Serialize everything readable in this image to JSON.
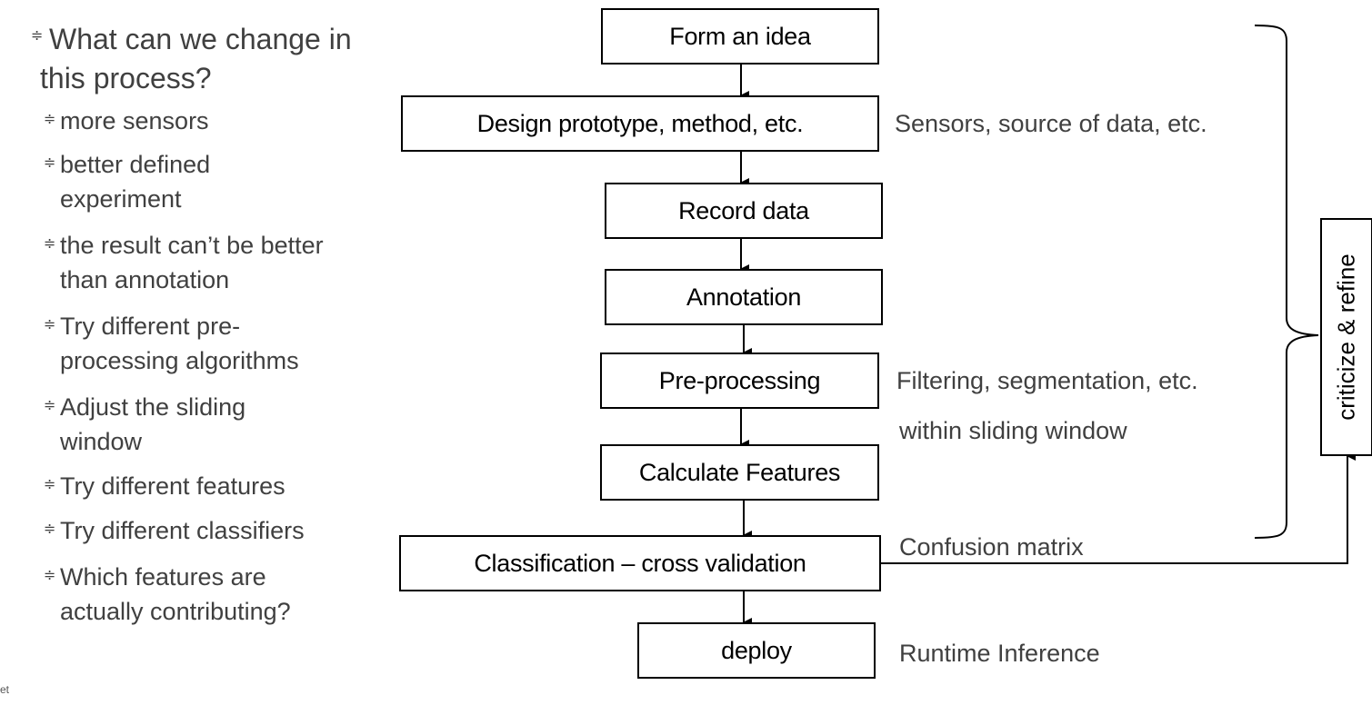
{
  "bullets": {
    "main": "What can we change in this process?",
    "items": [
      "more sensors",
      "better defined experiment",
      "the result can’t be better than annotation",
      "Try different pre-processing algorithms",
      "Adjust the sliding window",
      "Try different features",
      "Try different classifiers",
      "Which features are actually contributing?"
    ],
    "marker": "≑",
    "footer": "et"
  },
  "flow": {
    "steps": [
      "Form an idea",
      "Design prototype, method, etc.",
      "Record data",
      "Annotation",
      "Pre-processing",
      "Calculate Features",
      "Classification – cross validation",
      "deploy"
    ],
    "notes": {
      "design": "Sensors, source of data, etc.",
      "preprocessing": "Filtering, segmentation, etc.",
      "features": "within sliding window",
      "classification": "Confusion matrix",
      "deploy": "Runtime Inference"
    },
    "refine_label": "criticize & refine"
  }
}
